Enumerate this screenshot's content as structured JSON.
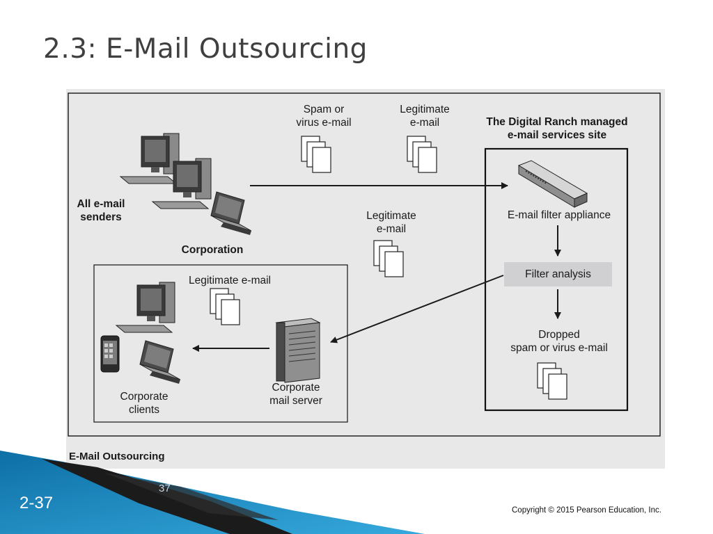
{
  "slide": {
    "title": "2.3: E-Mail Outsourcing",
    "number": "2-37",
    "faint_number": "37",
    "copyright": "Copyright © 2015 Pearson Education, Inc."
  },
  "figure": {
    "caption": "E-Mail Outsourcing",
    "labels": {
      "spam": "Spam or\nvirus e-mail",
      "legit_top": "Legitimate\ne-mail",
      "managed_site": "The Digital Ranch managed\ne-mail services site",
      "all_senders": "All e-mail\nsenders",
      "corporation": "Corporation",
      "legit_mid": "Legitimate\ne-mail",
      "filter_appliance": "E-mail filter appliance",
      "filter_analysis": "Filter analysis",
      "legit_inner": "Legitimate e-mail",
      "dropped": "Dropped\nspam or virus e-mail",
      "mail_server": "Corporate\nmail server",
      "clients": "Corporate\nclients"
    }
  },
  "colors": {
    "figure_bg": "#e8e8e9",
    "footer_blue": "#1f8fc4",
    "title_text": "#3f3f3f"
  }
}
